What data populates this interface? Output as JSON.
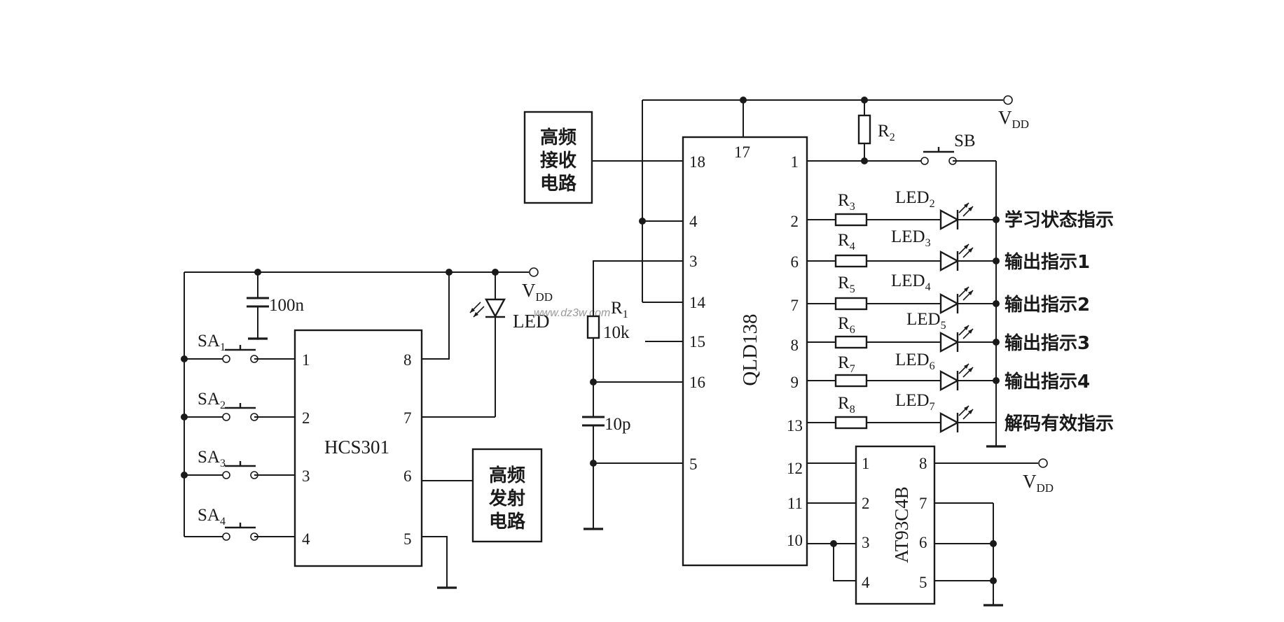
{
  "watermark": "www.dz3w.com",
  "supply": {
    "left_vdd": "V",
    "right_vdd": "V",
    "bottom_vdd": "V",
    "sub": "DD"
  },
  "transmitter": {
    "ic_name": "HCS301",
    "pins_left": [
      "1",
      "2",
      "3",
      "4"
    ],
    "pins_right": [
      "8",
      "7",
      "6",
      "5"
    ],
    "switches": [
      {
        "label": "SA",
        "sub": "1"
      },
      {
        "label": "SA",
        "sub": "2"
      },
      {
        "label": "SA",
        "sub": "3"
      },
      {
        "label": "SA",
        "sub": "4"
      }
    ],
    "cap_label": "100n",
    "led_label": "LED",
    "rf_block": [
      "高频",
      "发射",
      "电路"
    ]
  },
  "receiver": {
    "ic_name": "QLD138",
    "rf_block": [
      "高频",
      "接收",
      "电路"
    ],
    "left_pins": [
      "18",
      "4",
      "3",
      "14",
      "15",
      "16",
      "5"
    ],
    "top_pin": "17",
    "right_pins": [
      "1",
      "2",
      "6",
      "7",
      "8",
      "9",
      "13",
      "12",
      "11",
      "10"
    ],
    "r1": {
      "label": "R",
      "sub": "1",
      "value": "10k"
    },
    "cap_label": "10p",
    "r2": {
      "label": "R",
      "sub": "2"
    },
    "sb_label": "SB",
    "outputs": [
      {
        "r": "R",
        "r_sub": "3",
        "led": "LED",
        "led_sub": "2",
        "text": "学习状态指示"
      },
      {
        "r": "R",
        "r_sub": "4",
        "led": "LED",
        "led_sub": "3",
        "text": "输出指示1"
      },
      {
        "r": "R",
        "r_sub": "5",
        "led": "LED",
        "led_sub": "4",
        "text": "输出指示2"
      },
      {
        "r": "R",
        "r_sub": "6",
        "led": "LED",
        "led_sub": "5",
        "text": "输出指示3"
      },
      {
        "r": "R",
        "r_sub": "7",
        "led": "LED",
        "led_sub": "6",
        "text": "输出指示4"
      },
      {
        "r": "R",
        "r_sub": "8",
        "led": "LED",
        "led_sub": "7",
        "text": "解码有效指示"
      }
    ]
  },
  "eeprom": {
    "ic_name": "AT93C4B",
    "pins_left": [
      "1",
      "2",
      "3",
      "4"
    ],
    "pins_right": [
      "8",
      "7",
      "6",
      "5"
    ]
  }
}
